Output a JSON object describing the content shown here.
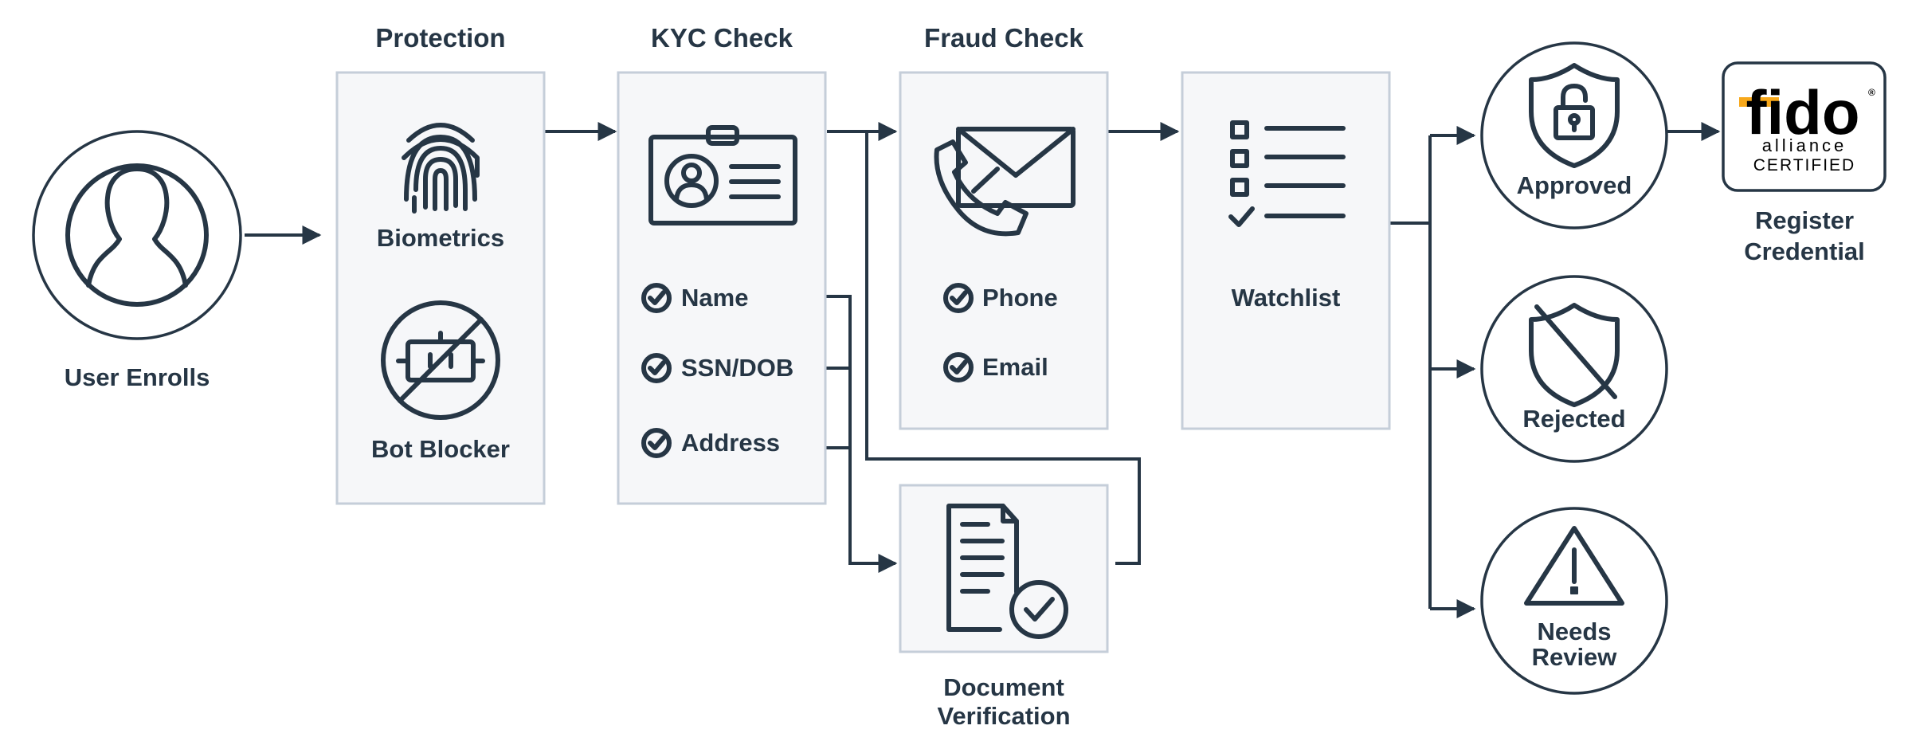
{
  "user_enrolls": {
    "label": "User Enrolls"
  },
  "protection": {
    "heading": "Protection",
    "biometrics": "Biometrics",
    "bot_blocker": "Bot Blocker"
  },
  "kyc": {
    "heading": "KYC Check",
    "items": [
      "Name",
      "SSN/DOB",
      "Address"
    ]
  },
  "fraud": {
    "heading": "Fraud Check",
    "items": [
      "Phone",
      "Email"
    ]
  },
  "watchlist": {
    "label": "Watchlist"
  },
  "document": {
    "line1": "Document",
    "line2": "Verification"
  },
  "outcomes": {
    "approved": "Approved",
    "rejected": "Rejected",
    "needs_review_1": "Needs",
    "needs_review_2": "Review"
  },
  "register": {
    "line1": "Register",
    "line2": "Credential"
  },
  "fido_logo": {
    "wordmark": "fido",
    "line2": "alliance",
    "line3": "CERTIFIED",
    "registered": "®"
  },
  "colors": {
    "ink": "#263645",
    "box_fill": "#f6f7f9",
    "box_border": "#c5ced9",
    "fido_orange": "#f7a81b"
  },
  "icons": [
    "user-icon",
    "fingerprint-icon",
    "bot-blocked-icon",
    "id-card-icon",
    "check-circle-icon",
    "phone-envelope-icon",
    "checklist-icon",
    "document-check-icon",
    "shield-unlocked-icon",
    "shield-slashed-icon",
    "warning-triangle-icon"
  ]
}
